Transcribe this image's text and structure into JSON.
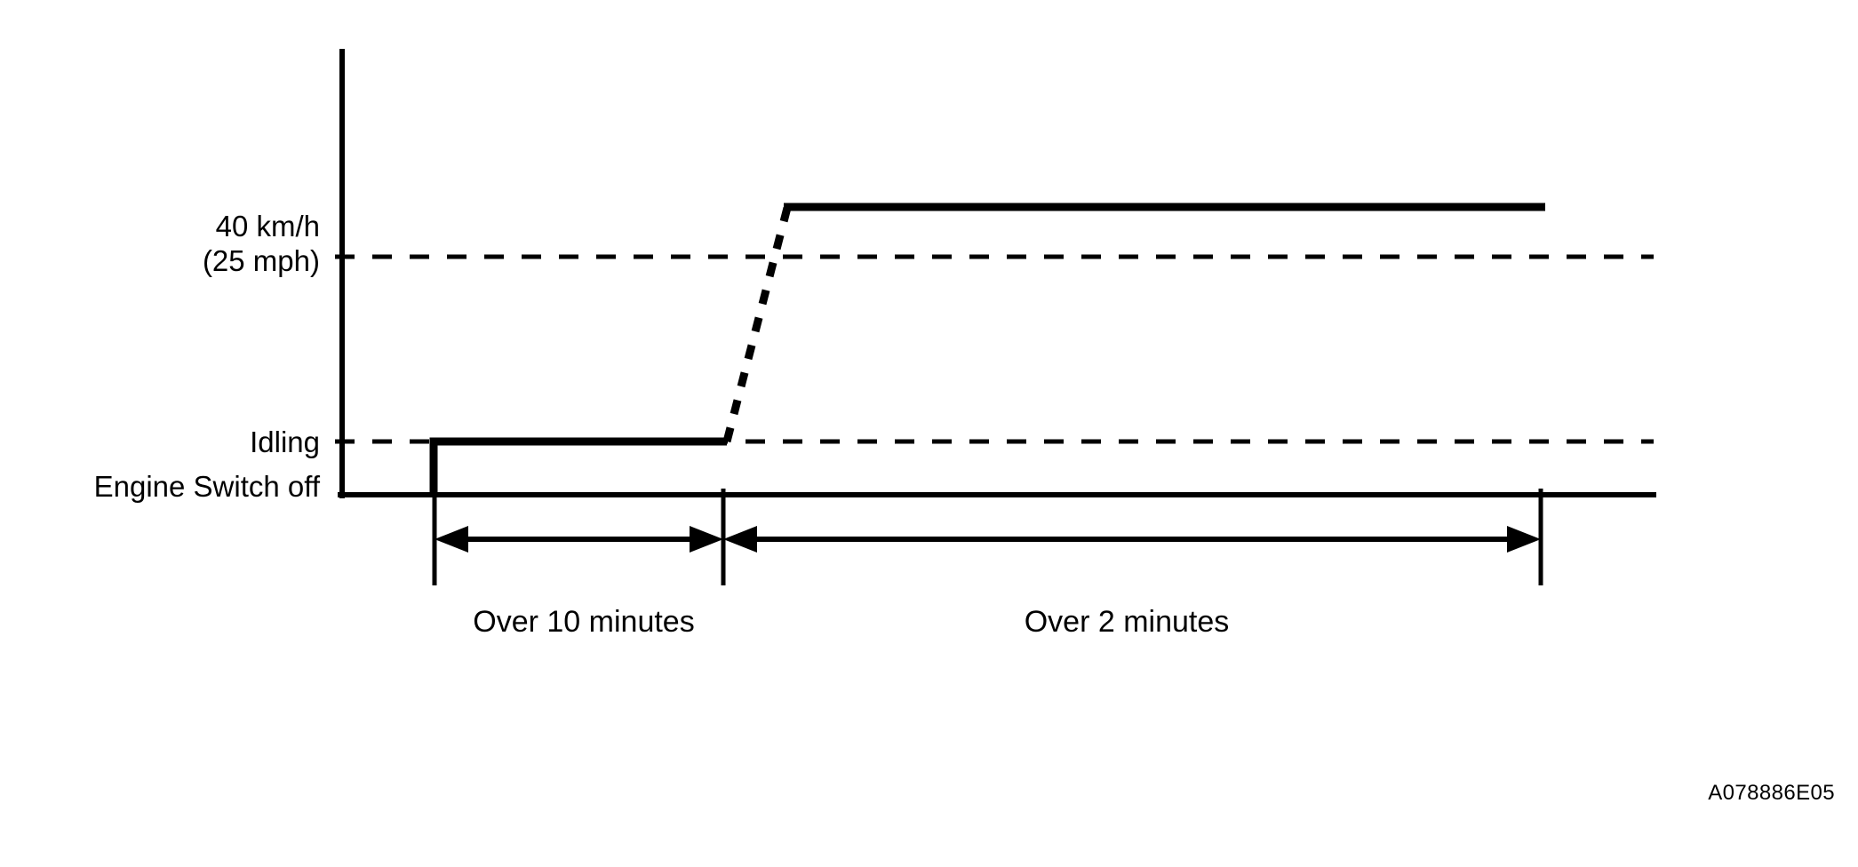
{
  "figure": {
    "id_code": "A078886E05",
    "background_color": "#ffffff",
    "stroke_color": "#000000"
  },
  "labels": {
    "speed_threshold_line1": "40 km/h",
    "speed_threshold_line2": "(25 mph)",
    "idling": "Idling",
    "engine_switch_off": "Engine Switch off",
    "duration_first": "Over 10 minutes",
    "duration_second": "Over 2 minutes"
  },
  "chart_data": {
    "type": "line",
    "title": "",
    "subtitle": "",
    "xlabel": "",
    "ylabel": "",
    "grid": false,
    "legend": "none",
    "x_axis": {
      "type": "time",
      "segments": [
        {
          "name": "first-phase",
          "label": "Over 10 minutes",
          "state": "Idling",
          "duration_text": "Over 10 minutes",
          "duration_minutes_min": 10
        },
        {
          "name": "second-phase",
          "label": "Over 2 minutes",
          "state": "Above 40 km/h (25 mph)",
          "duration_text": "Over 2 minutes",
          "duration_minutes_min": 2
        }
      ]
    },
    "y_axis": {
      "levels": [
        {
          "key": "engine_switch_off",
          "label": "Engine Switch off",
          "value": 0
        },
        {
          "key": "idling",
          "label": "Idling",
          "value": 1
        },
        {
          "key": "speed_threshold",
          "label": "40 km/h (25 mph)",
          "value": 2,
          "value_kmh": 40,
          "value_mph": 25
        }
      ]
    },
    "reference_lines": [
      {
        "label": "40 km/h (25 mph)",
        "level": "speed_threshold",
        "style": "dashed"
      },
      {
        "label": "Idling",
        "level": "idling",
        "style": "dashed"
      }
    ],
    "series": [
      {
        "name": "vehicle-speed",
        "style": "solid-with-dashed-transition",
        "points": [
          {
            "phase": "engine-start",
            "level": "engine_switch_off",
            "style": "solid"
          },
          {
            "phase": "idling-plateau-start",
            "level": "idling",
            "style": "solid"
          },
          {
            "phase": "idling-plateau-end",
            "level": "idling",
            "style": "solid"
          },
          {
            "phase": "acceleration-ramp-start",
            "level": "idling",
            "style": "dashed"
          },
          {
            "phase": "acceleration-ramp-end",
            "level": "above_threshold",
            "style": "dashed"
          },
          {
            "phase": "driving-plateau-start",
            "level": "above_threshold",
            "style": "solid"
          },
          {
            "phase": "driving-plateau-end",
            "level": "above_threshold",
            "style": "solid"
          }
        ]
      }
    ],
    "annotations": [
      {
        "type": "dimension-arrow",
        "text": "Over 10 minutes",
        "direction": "double"
      },
      {
        "type": "dimension-arrow",
        "text": "Over 2 minutes",
        "direction": "double"
      }
    ]
  }
}
